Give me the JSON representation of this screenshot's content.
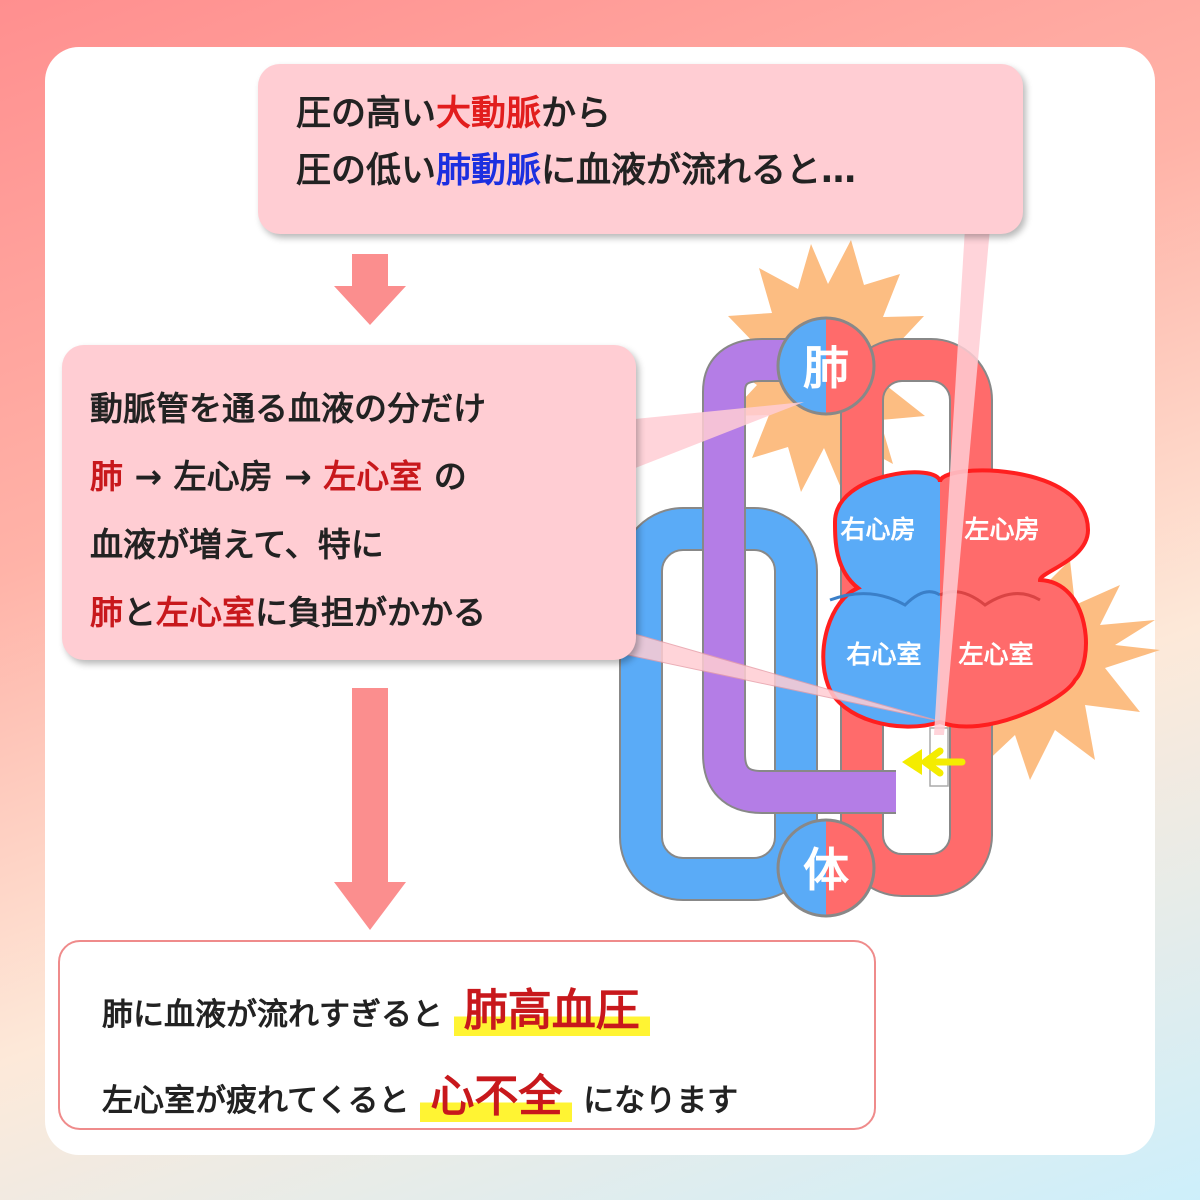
{
  "top_box": {
    "line1": {
      "prefix": "圧の高い",
      "highlight": "大動脈",
      "suffix": "から"
    },
    "line2": {
      "prefix": "圧の低い",
      "highlight": "肺動脈",
      "suffix": "に血液が流れると…"
    }
  },
  "middle_box": {
    "line1": "動脈管を通る血液の分だけ",
    "line2": {
      "a": "肺",
      "b": " → 左心房 → ",
      "c": "左心室",
      "d": " の"
    },
    "line3": "血液が増えて、特に",
    "line4": {
      "a": "肺",
      "b": "と",
      "c": "左心室",
      "d": "に負担がかかる"
    }
  },
  "bottom_box": {
    "line1": {
      "text": "肺に血液が流れすぎると",
      "highlight": "肺高血圧"
    },
    "line2": {
      "text": "左心室が疲れてくると",
      "highlight": "心不全",
      "suffix": "になります"
    }
  },
  "diagram": {
    "lung_label": "肺",
    "body_label": "体",
    "right_atrium": "右心房",
    "left_atrium": "左心房",
    "right_ventricle": "右心室",
    "left_ventricle": "左心室"
  },
  "colors": {
    "venous_blue": "#5aabf7",
    "arterial_red": "#ff6b6b",
    "ductus_purple": "#b47de6",
    "burst_orange": "#fcbd82",
    "arrow_pink": "#fb8e8e",
    "ductus_arrow_yellow": "#f4ec00"
  }
}
